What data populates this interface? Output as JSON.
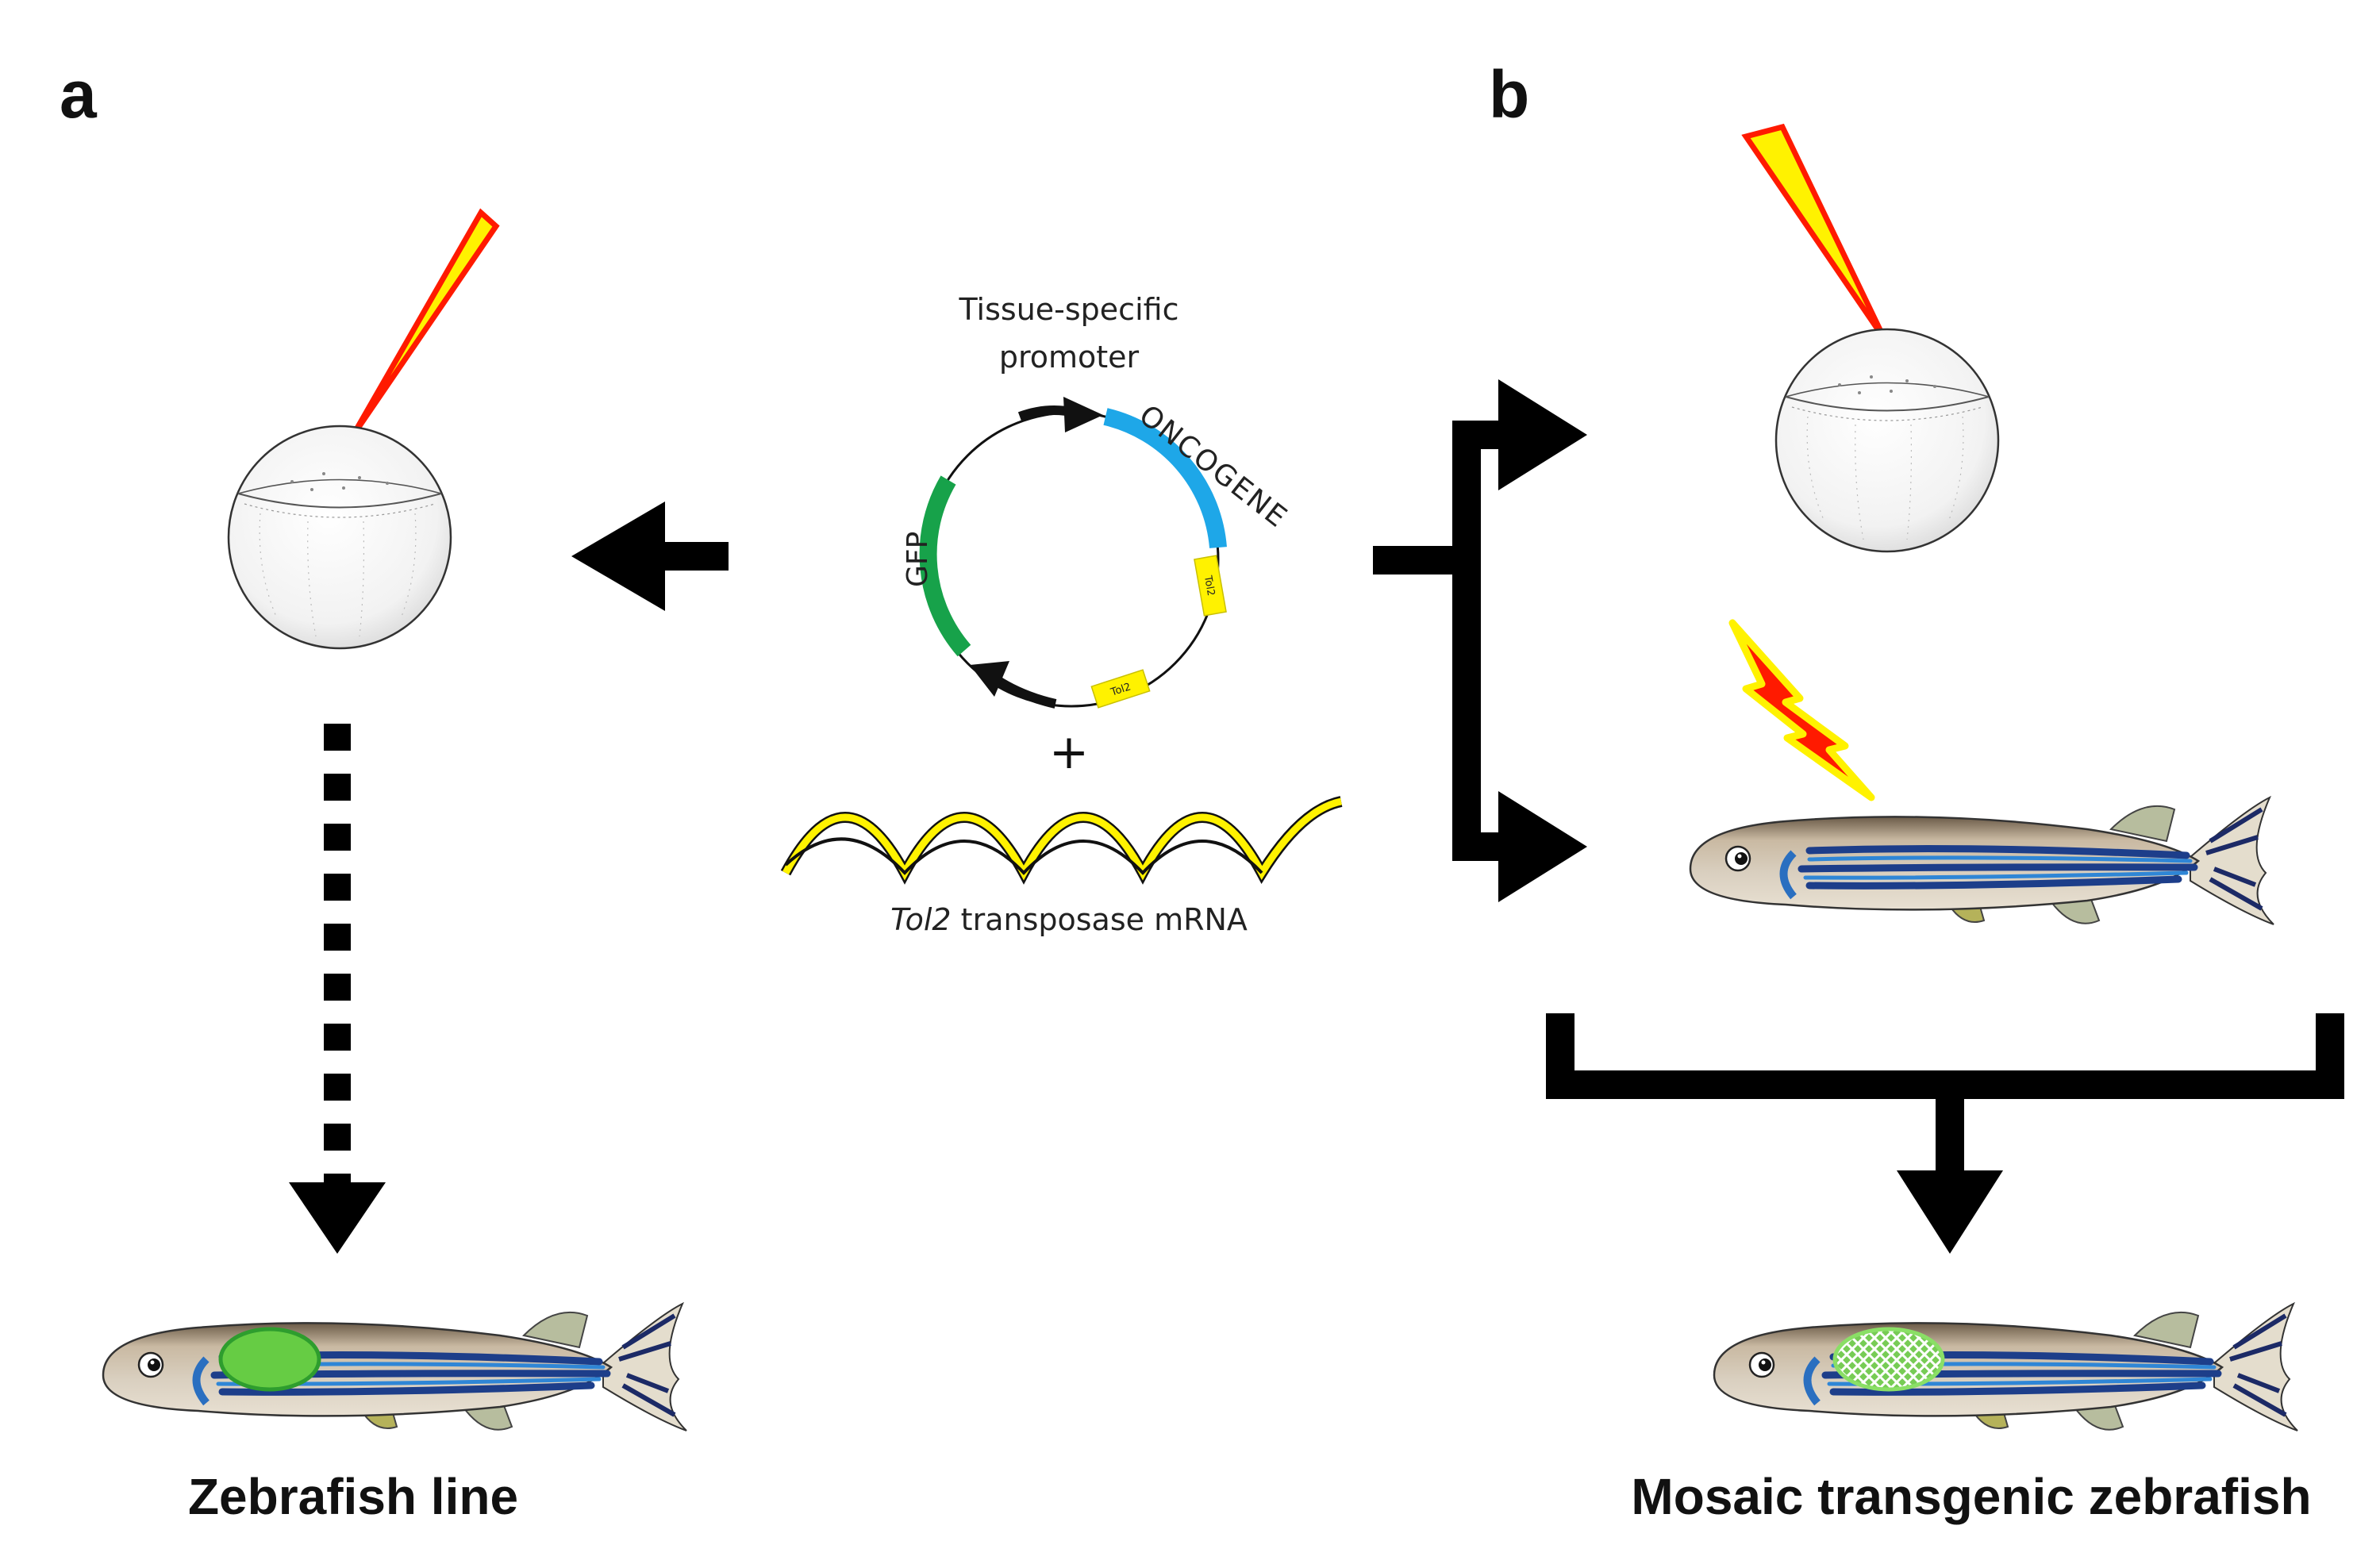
{
  "panels": {
    "a": "a",
    "b": "b"
  },
  "plasmid": {
    "promoter_line1": "Tissue-specific",
    "promoter_line2": "promoter",
    "oncogene": "ONCOGENE",
    "gfp": "GFP",
    "tol2_label": "Tol2",
    "plus": "+",
    "mrna_italic": "Tol2",
    "mrna_rest": " transposase mRNA"
  },
  "captions": {
    "left": "Zebrafish line",
    "right": "Mosaic transgenic zebrafish"
  },
  "colors": {
    "needle_fill": "#FFF200",
    "needle_stroke": "#FF1A00",
    "oncogene": "#1EA7E8",
    "gfp": "#17A24A",
    "tol2": "#FFF200",
    "green_spot": "#66CC44",
    "bolt": "#FF1A00"
  },
  "icons": {
    "injection": "needle-icon",
    "embryo": "embryo-icon",
    "fish": "zebrafish-icon",
    "radiation": "lightning-bolt-icon"
  }
}
